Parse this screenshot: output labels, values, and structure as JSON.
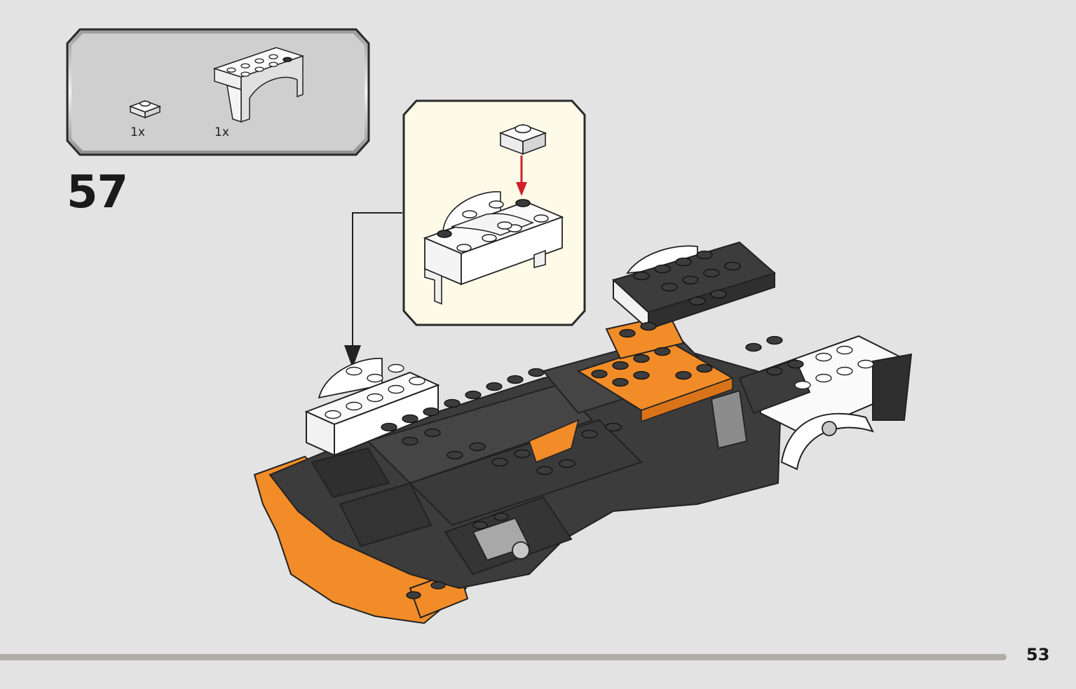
{
  "step": {
    "number": "57"
  },
  "parts_list": {
    "items": [
      {
        "part": "plate-1x1-white",
        "quantity": "1x"
      },
      {
        "part": "arch-brick-white",
        "quantity": "1x"
      }
    ]
  },
  "colors": {
    "background": "#e3e3e3",
    "parts_box": "#cfcfcf",
    "callout": "#fdfbe8",
    "brick_dark": "#3c3c3c",
    "brick_orange": "#f28c28",
    "brick_white": "#ffffff",
    "arrow_red": "#d0202a"
  },
  "page": {
    "number": "53"
  }
}
